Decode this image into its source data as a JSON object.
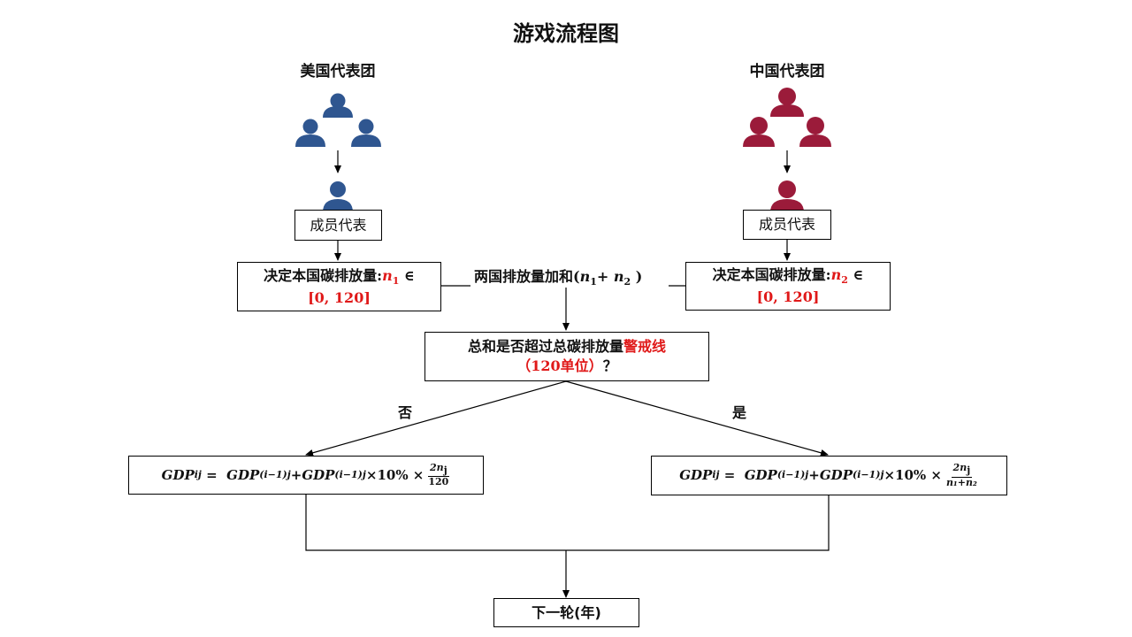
{
  "title": "游戏流程图",
  "colors": {
    "usa": "#2f5690",
    "china": "#9b1b3a",
    "highlight": "#e01919"
  },
  "usa": {
    "team_label": "美国代表团",
    "icon": "group-of-three-people-icon",
    "rep_icon": "person-icon",
    "rep_label": "成员代表",
    "decision": {
      "text": "决定本国碳排放量:",
      "var": "n",
      "sub": "1",
      "in_sym": " ∈",
      "range": "[0, 120]"
    }
  },
  "china": {
    "team_label": "中国代表团",
    "icon": "group-of-three-people-icon",
    "rep_icon": "person-icon",
    "rep_label": "成员代表",
    "decision": {
      "text": "决定本国碳排放量:",
      "var": "n",
      "sub": "2",
      "in_sym": " ∈",
      "range": "[0, 120]"
    }
  },
  "sum_label": {
    "text": "两国排放量加和(",
    "v1": "n",
    "s1": "1",
    "plus": "+ ",
    "v2": "n",
    "s2": "2",
    "close": " )"
  },
  "question": {
    "line1": "总和是否超过总碳排放量",
    "line1_red": "警戒线",
    "line2_red": "（120单位）",
    "line2": "？"
  },
  "branch_no": "否",
  "branch_yes": "是",
  "formula_left": {
    "lhs": "GDP",
    "lhs_sub": "ij",
    "eq": " =  ",
    "t1": "GDP",
    "t1_sub": "(i−1)j",
    "plus": "+ ",
    "t2": "GDP",
    "t2_sub": "(i−1)j",
    "times": " ×10% ×",
    "num": "2n",
    "num_sub": "j",
    "den": "120"
  },
  "formula_right": {
    "lhs": "GDP",
    "lhs_sub": "ij",
    "eq": " =  ",
    "t1": "GDP",
    "t1_sub": "(i−1)j",
    "plus": "+ ",
    "t2": "GDP",
    "t2_sub": "(i−1)j",
    "times": " ×10% ×",
    "num": "2n",
    "num_sub": "j",
    "den": "n₁+n₂"
  },
  "next_round": "下一轮(年)"
}
